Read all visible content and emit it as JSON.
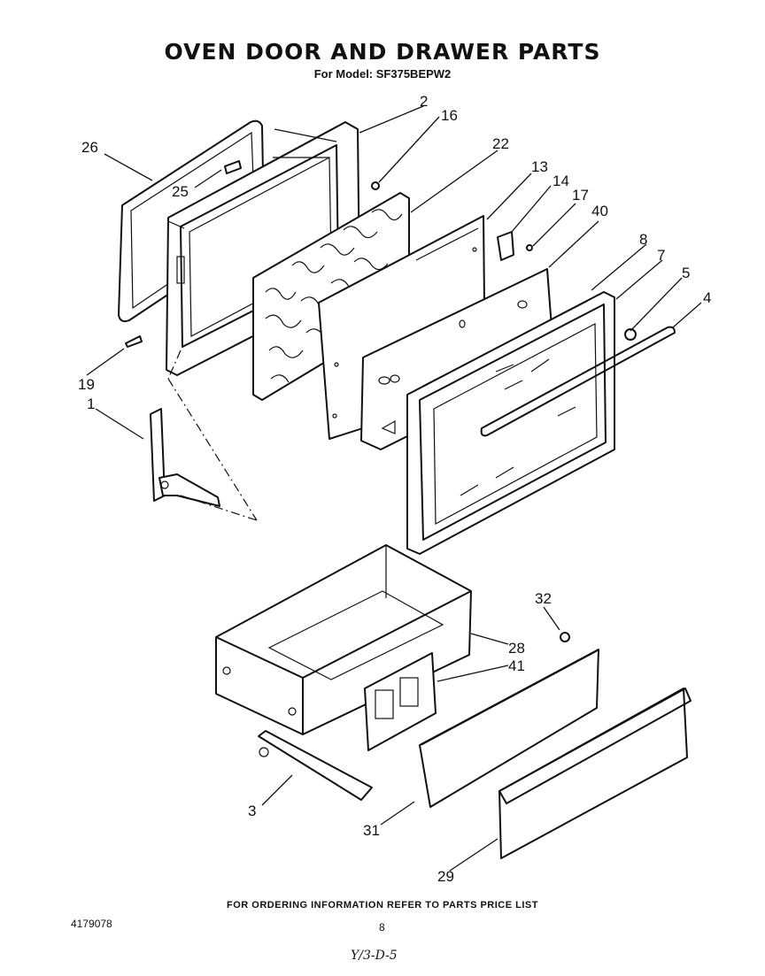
{
  "header": {
    "title": "OVEN DOOR AND  DRAWER PARTS",
    "subtitle": "For Model: SF375BEPW2"
  },
  "footer": {
    "ordering_note": "FOR ORDERING INFORMATION REFER TO PARTS PRICE LIST",
    "document_number": "4179078",
    "page_number": "8",
    "handwritten_note": "Y/3-D-5"
  },
  "callouts": {
    "c2": "2",
    "c16": "16",
    "c26": "26",
    "c22": "22",
    "c13": "13",
    "c14": "14",
    "c17": "17",
    "c40": "40",
    "c25": "25",
    "c8": "8",
    "c7": "7",
    "c5": "5",
    "c4": "4",
    "c19": "19",
    "c1": "1",
    "c32": "32",
    "c28": "28",
    "c41": "41",
    "c3": "3",
    "c31": "31",
    "c29": "29"
  }
}
